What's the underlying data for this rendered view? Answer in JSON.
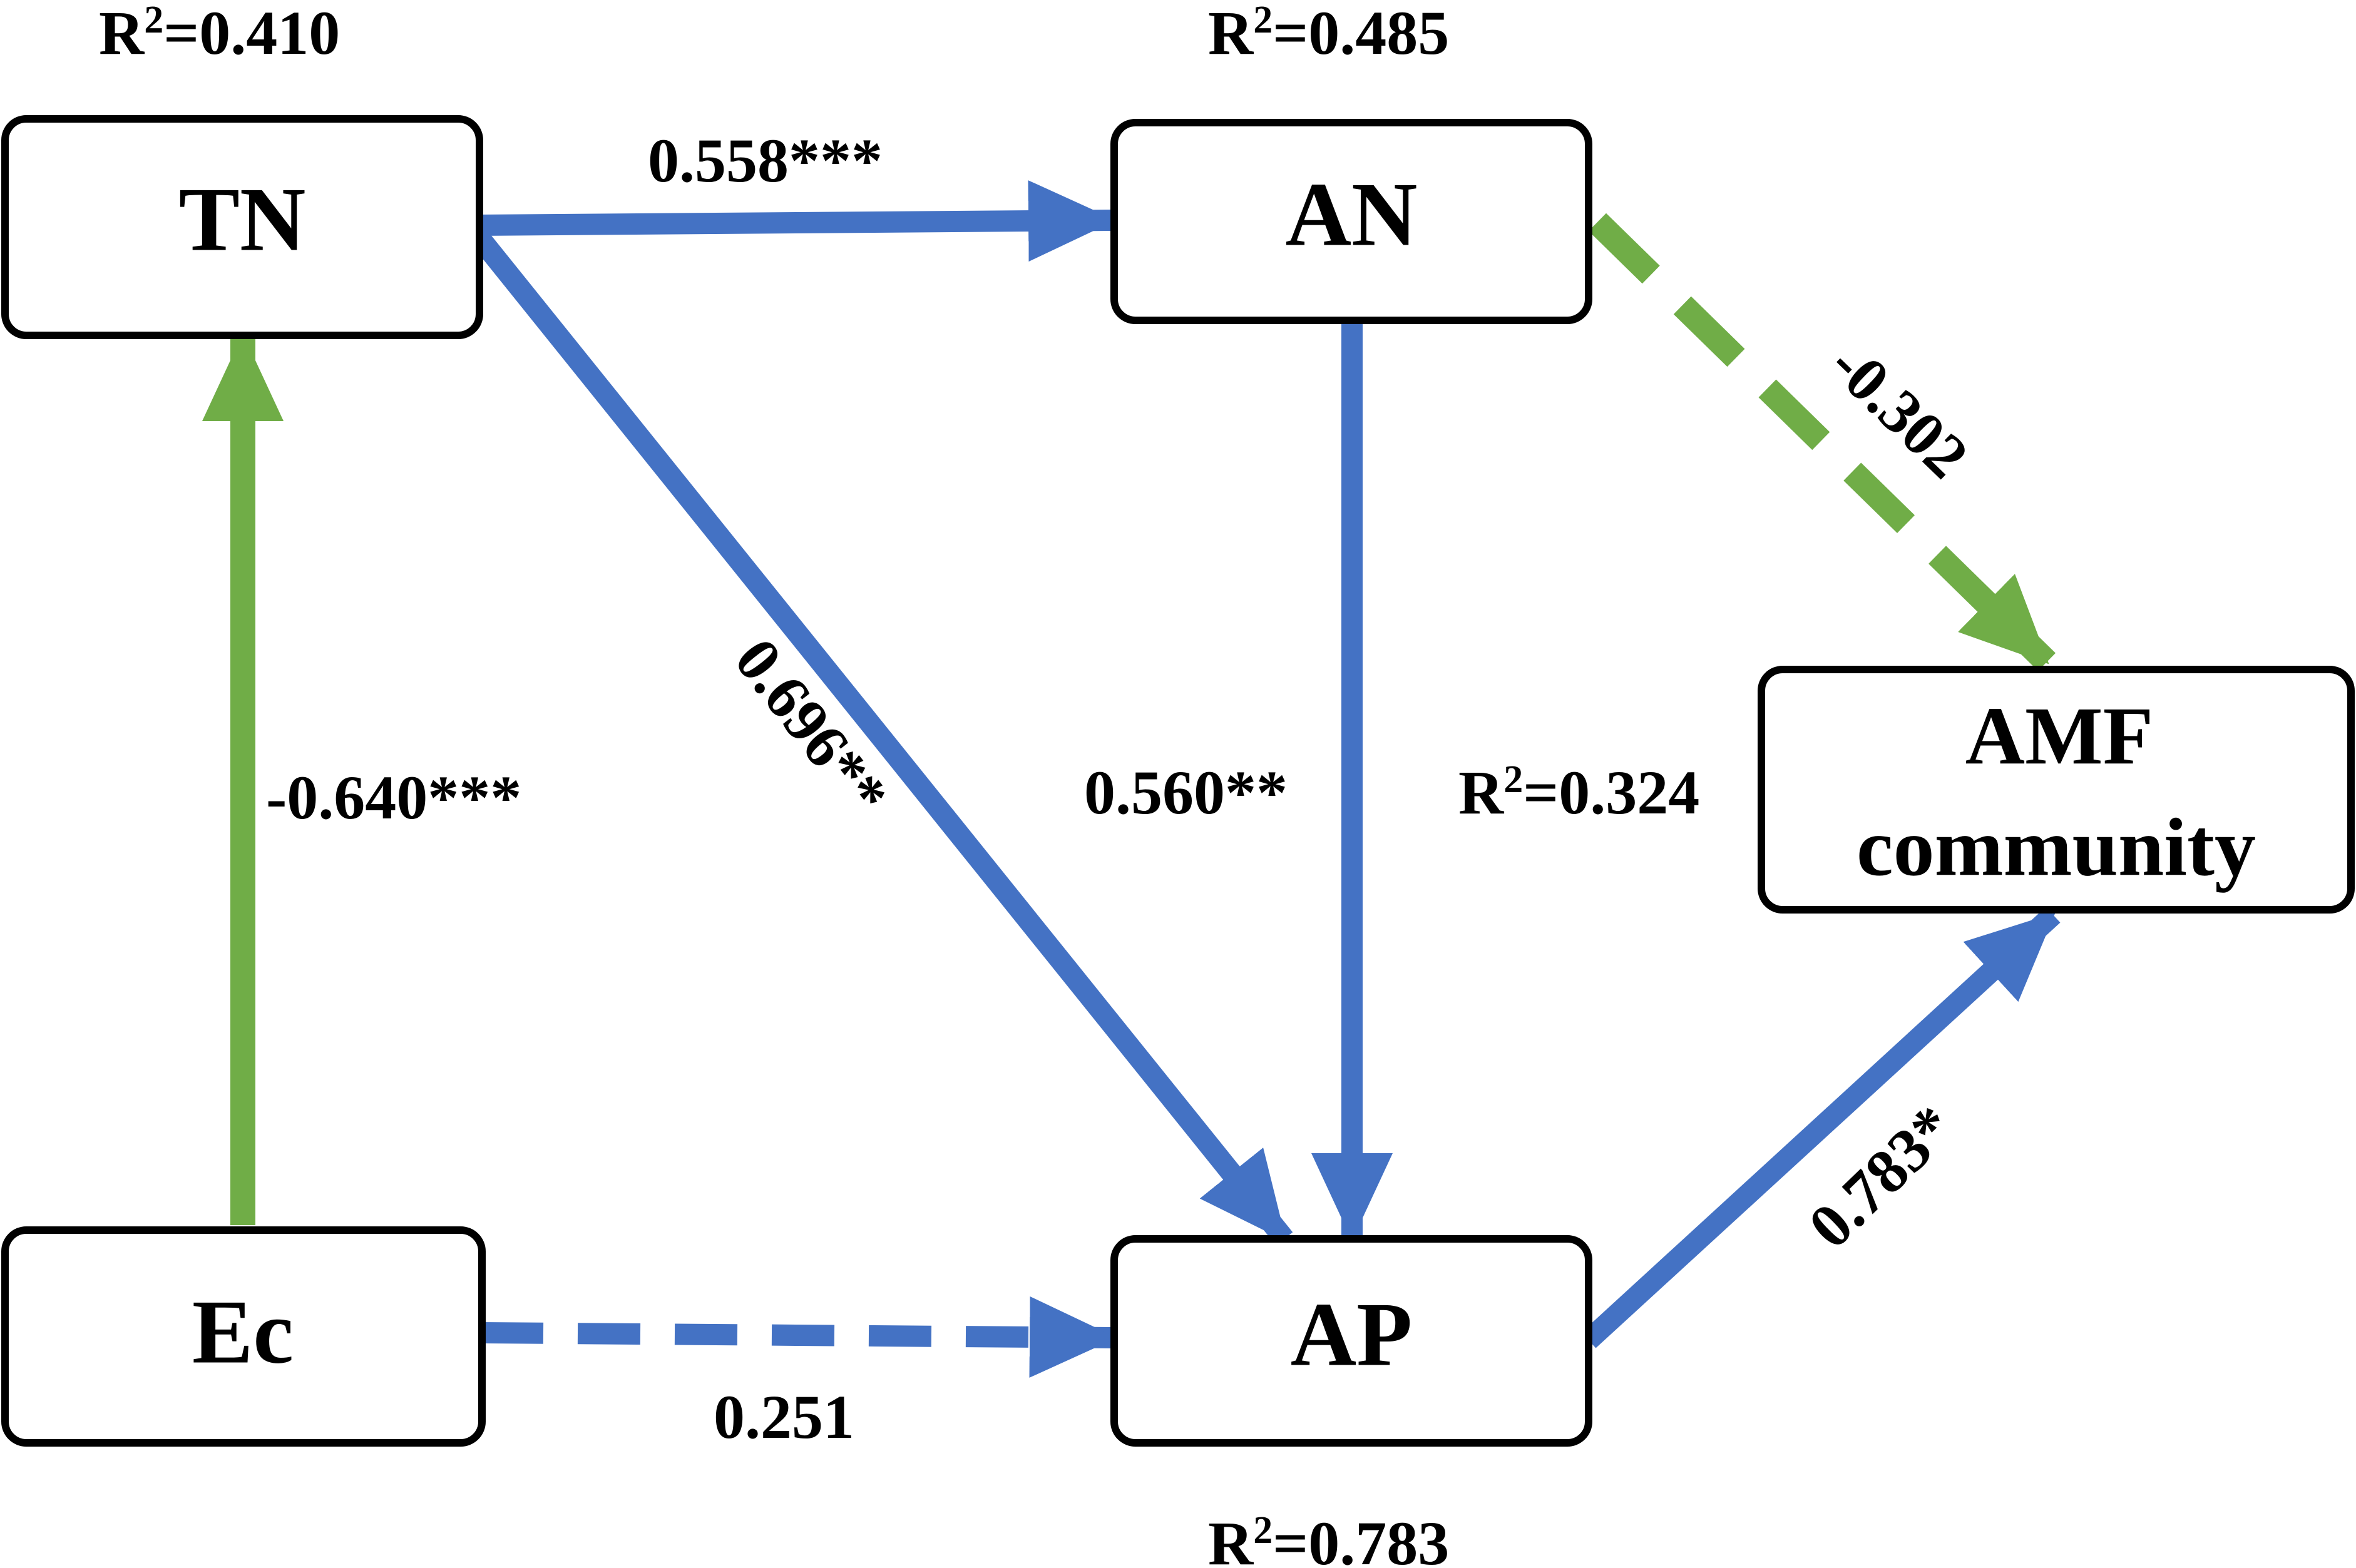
{
  "colors": {
    "positive": "#4472C4",
    "negative": "#70AD47",
    "box_stroke": "#000000",
    "text": "#000000"
  },
  "nodes": {
    "tn": "TN",
    "an": "AN",
    "ec": "Ec",
    "ap": "AP",
    "amf_line1": "AMF",
    "amf_line2": "community"
  },
  "r2": {
    "prefix": "R",
    "sup": "2",
    "tn": "=0.410",
    "an": "=0.485",
    "amf": "=0.324",
    "ap": "=0.783"
  },
  "paths": [
    {
      "from": "TN",
      "to": "AN",
      "coef": "0.558***",
      "sign": "positive",
      "style": "solid"
    },
    {
      "from": "TN",
      "to": "AP",
      "coef": "0.696**",
      "sign": "positive",
      "style": "solid"
    },
    {
      "from": "AN",
      "to": "AP",
      "coef": "0.560**",
      "sign": "positive",
      "style": "solid"
    },
    {
      "from": "AN",
      "to": "AMF community",
      "coef": "-0.302",
      "sign": "negative",
      "style": "dashed"
    },
    {
      "from": "Ec",
      "to": "TN",
      "coef": "-0.640***",
      "sign": "negative",
      "style": "solid"
    },
    {
      "from": "Ec",
      "to": "AP",
      "coef": "0.251",
      "sign": "positive",
      "style": "dashed"
    },
    {
      "from": "AP",
      "to": "AMF community",
      "coef": "0.783*",
      "sign": "positive",
      "style": "solid"
    }
  ]
}
